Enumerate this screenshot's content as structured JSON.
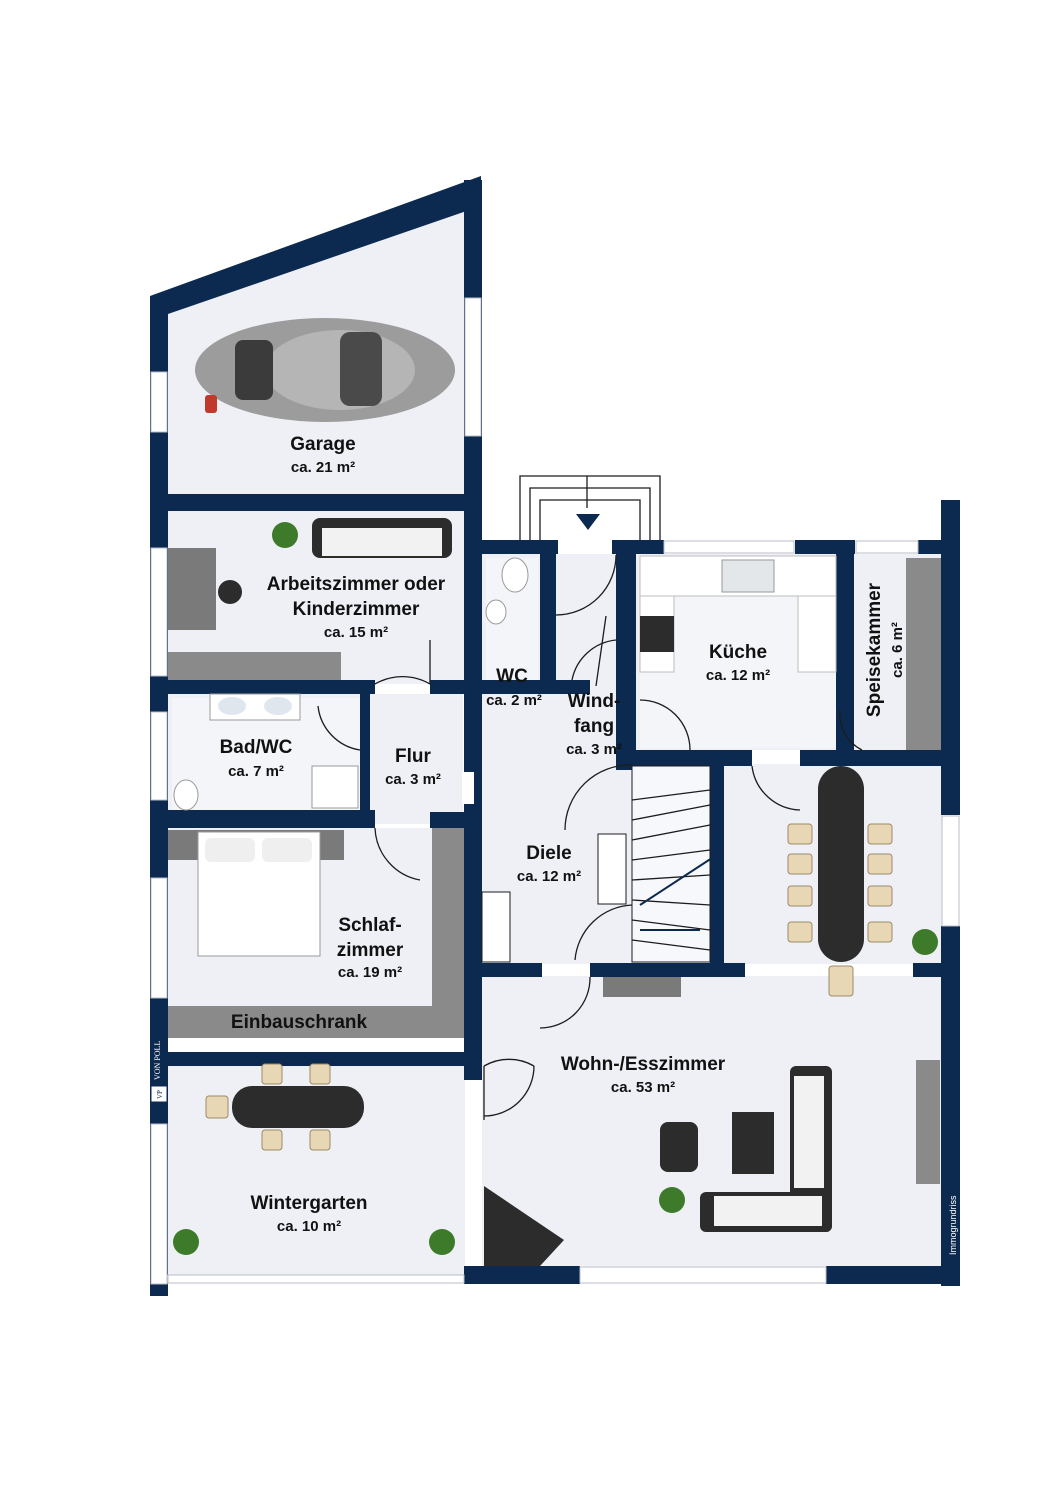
{
  "rooms": {
    "garage": {
      "name": "Garage",
      "area": "ca. 21 m²"
    },
    "arbeitszimmer": {
      "name1": "Arbeitszimmer oder",
      "name2": "Kinderzimmer",
      "area": "ca. 15 m²"
    },
    "bad": {
      "name": "Bad/WC",
      "area": "ca. 7 m²"
    },
    "flur": {
      "name": "Flur",
      "area": "ca. 3 m²"
    },
    "wc": {
      "name": "WC",
      "area": "ca. 2 m²"
    },
    "windfang": {
      "name1": "Wind-",
      "name2": "fang",
      "area": "ca. 3 m²"
    },
    "kueche": {
      "name": "Küche",
      "area": "ca. 12 m²"
    },
    "speisekammer": {
      "name": "Speisekammer",
      "area": "ca. 6 m²"
    },
    "diele": {
      "name": "Diele",
      "area": "ca. 12 m²"
    },
    "schlafzimmer": {
      "name1": "Schlaf-",
      "name2": "zimmer",
      "area": "ca. 19 m²"
    },
    "einbauschrank": {
      "name": "Einbauschrank"
    },
    "wohn": {
      "name": "Wohn-/Esszimmer",
      "area": "ca. 53 m²"
    },
    "wintergarten": {
      "name": "Wintergarten",
      "area": "ca. 10 m²"
    }
  },
  "branding": {
    "logo_text": "VON POLL",
    "logo_initials": "VP",
    "credit": "Immogrundriss"
  },
  "colors": {
    "wall": "#0c2a4f",
    "floor": "#eef0f6"
  }
}
